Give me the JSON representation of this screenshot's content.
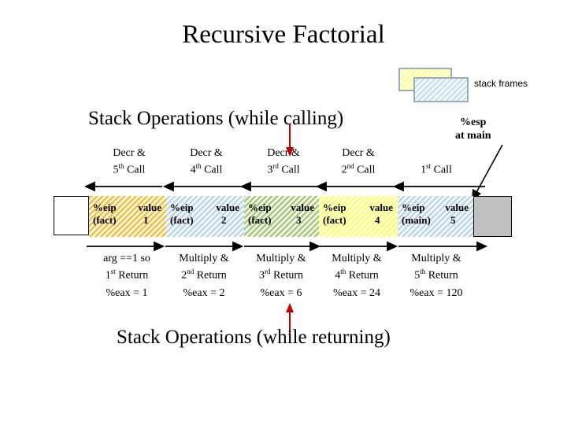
{
  "slide": {
    "title": "Recursive Factorial",
    "calling_title": "Stack Operations (while calling)",
    "returning_title": "Stack Operations (while returning)"
  },
  "legend": {
    "label": "stack frames",
    "box_yellow_color": "#ffff99",
    "box_blue_color": "#cfe2ef",
    "box_border_color": "#9aacb4"
  },
  "esp_annotation": {
    "line1": "%esp",
    "line2": "at main",
    "arrow_icon": "diagonal-arrow-down-left-icon"
  },
  "call_labels": [
    {
      "line1": "Decr &",
      "ordinal": "5",
      "suffix": "th",
      "line2_tail": " Call"
    },
    {
      "line1": "Decr &",
      "ordinal": "4",
      "suffix": "th",
      "line2_tail": " Call"
    },
    {
      "line1": "Decr &",
      "ordinal": "3",
      "suffix": "rd",
      "line2_tail": " Call"
    },
    {
      "line1": "Decr &",
      "ordinal": "2",
      "suffix": "nd",
      "line2_tail": " Call"
    },
    {
      "line1": "",
      "ordinal": "1",
      "suffix": "st",
      "line2_tail": " Call"
    }
  ],
  "stack_frames": [
    {
      "eip": "%eip",
      "eip2": "(fact)",
      "value_label": "value",
      "value": "1",
      "color": "#f0c040",
      "color_name": "orange"
    },
    {
      "eip": "%eip",
      "eip2": "(fact)",
      "value_label": "value",
      "value": "2",
      "color": "#bcd6e8",
      "color_name": "light-blue"
    },
    {
      "eip": "%eip",
      "eip2": "(fact)",
      "value_label": "value",
      "value": "3",
      "color": "#a8c878",
      "color_name": "green"
    },
    {
      "eip": "%eip",
      "eip2": "(fact)",
      "value_label": "value",
      "value": "4",
      "color": "#ffff66",
      "color_name": "yellow"
    },
    {
      "eip": "%eip",
      "eip2": "(main)",
      "value_label": "value",
      "value": "5",
      "color": "#bcd6e8",
      "color_name": "light-blue"
    }
  ],
  "boxes": {
    "empty_box_color": "#ffffff",
    "gray_box_color": "#c0c0c0"
  },
  "return_labels": [
    {
      "line1": "arg ==1 so",
      "ordinal": "1",
      "suffix": "st",
      "line2_tail": " Return",
      "eax": "%eax = 1"
    },
    {
      "line1": "Multiply &",
      "ordinal": "2",
      "suffix": "nd",
      "line2_tail": " Return",
      "eax": "%eax = 2"
    },
    {
      "line1": "Multiply &",
      "ordinal": "3",
      "suffix": "rd",
      "line2_tail": " Return",
      "eax": "%eax = 6"
    },
    {
      "line1": "Multiply &",
      "ordinal": "4",
      "suffix": "th",
      "line2_tail": " Return",
      "eax": "%eax = 24"
    },
    {
      "line1": "Multiply &",
      "ordinal": "5",
      "suffix": "th",
      "line2_tail": " Return",
      "eax": "%eax = 120"
    }
  ],
  "pointers": {
    "red_color": "#c00000",
    "down_arrow_icon": "red-arrow-down-icon",
    "up_arrow_icon": "red-arrow-up-icon"
  },
  "arrows": {
    "calling_direction": "left",
    "returning_direction": "right",
    "count": 5
  }
}
